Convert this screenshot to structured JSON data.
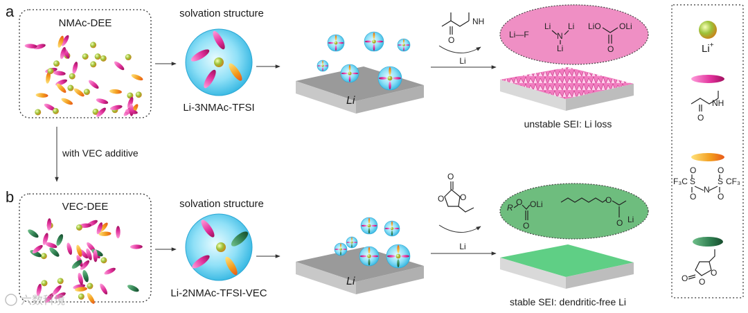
{
  "panel_a": {
    "letter": "a",
    "box_title": "NMAc-DEE",
    "solvation_title": "solvation structure",
    "solvation_label": "Li-3NMAc-TFSI",
    "electrode_label": "Li",
    "arrow_label": "Li",
    "sei_label": "unstable SEI: Li loss",
    "sei_species": [
      "Li—F",
      "Li",
      "Li",
      "N",
      "Li",
      "LiO",
      "OLi",
      "O"
    ]
  },
  "transition_label": "with VEC additive",
  "panel_b": {
    "letter": "b",
    "box_title": "VEC-DEE",
    "solvation_title": "solvation structure",
    "solvation_label": "Li-2NMAc-TFSI-VEC",
    "electrode_label": "Li",
    "arrow_label": "Li",
    "sei_label": "stable SEI: dendritic-free Li",
    "sei_species": [
      "R",
      "O",
      "OLi",
      "O",
      "O",
      "O",
      "Li"
    ]
  },
  "legend": {
    "li_label": "Li",
    "li_sup": "+",
    "nmac_atoms": [
      "NH",
      "O"
    ],
    "tfsi_atoms": [
      "F₃C",
      "S",
      "N",
      "S",
      "CF₃",
      "O",
      "O",
      "O",
      "O"
    ],
    "vec_atoms": [
      "O",
      "O",
      "O"
    ]
  },
  "watermark": "六数科境",
  "colors": {
    "li_ion": "#8fb83a",
    "nmac": "#e0309a",
    "tfsi": "#f2a020",
    "vec": "#2e7d4f",
    "solvation_sphere": "#3fc3ea",
    "unstable_sei_bubble": "#ef8fc4",
    "stable_sei_bubble": "#6ebd7e",
    "stable_sei_surface": "#5fcf85",
    "electrode_top": "#8f8f8f"
  }
}
